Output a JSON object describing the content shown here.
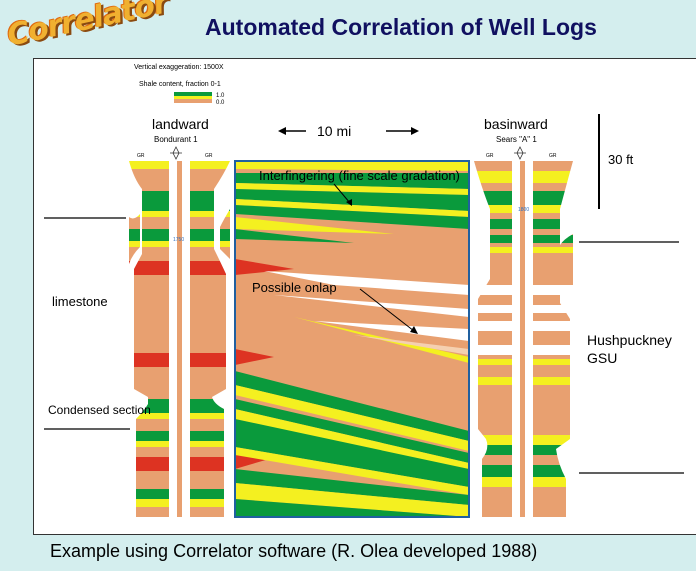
{
  "logo_text": "Correlator",
  "title": "Automated Correlation of Well Logs",
  "caption": "Example using Correlator software (R. Olea developed 1988)",
  "legend": {
    "line1": "Vertical exaggeration: 1500X",
    "line2": "Shale content, fraction 0-1",
    "high": "1.0",
    "low": "0.0"
  },
  "wells": {
    "left_title": "landward",
    "left_name": "Bondurant 1",
    "right_title": "basinward",
    "right_name": "Sears \"A\" 1",
    "curve_label": "GR",
    "left_depth": "1750",
    "right_depth": "1800"
  },
  "distance_label": "10 mi",
  "scale_label": "30 ft",
  "labels": {
    "interfingering": "Interfingering (fine scale gradation)",
    "onlap": "Possible onlap",
    "limestone": "limestone",
    "condensed": "Condensed section",
    "hushpuckney_1": "Hushpuckney",
    "hushpuckney_2": "GSU"
  },
  "colors": {
    "green": "#0a9a3c",
    "yellow": "#f4f020",
    "tan": "#e8a070",
    "red": "#dd3322",
    "panel_border": "#2060a0"
  }
}
